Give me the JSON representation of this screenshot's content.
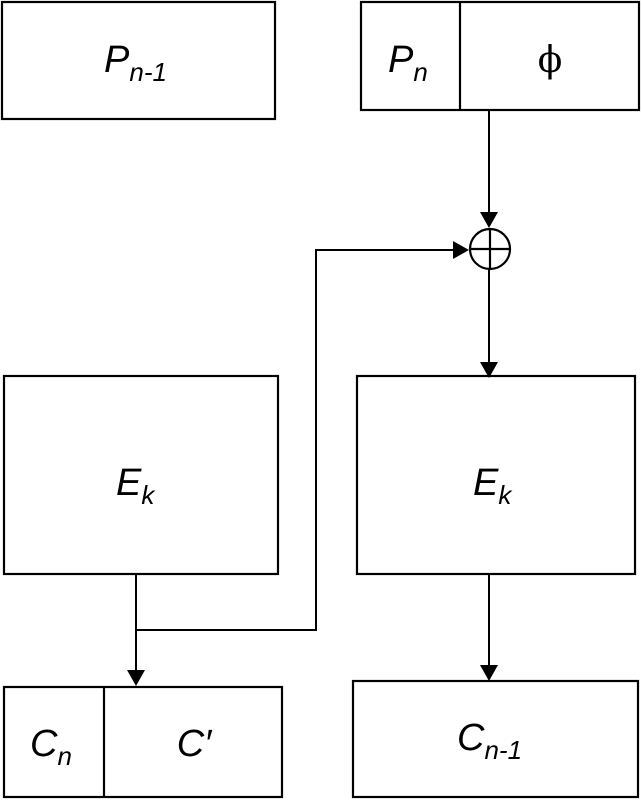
{
  "labels": {
    "p_prev": {
      "base": "P",
      "sub": "n-1"
    },
    "p_n": {
      "base": "P",
      "sub": "n"
    },
    "phi": "ϕ",
    "ek_left": {
      "base": "E",
      "sub": "k"
    },
    "ek_right": {
      "base": "E",
      "sub": "k"
    },
    "c_n": {
      "base": "C",
      "sub": "n"
    },
    "c_prime": "C′",
    "c_prev": {
      "base": "C",
      "sub": "n-1"
    }
  }
}
